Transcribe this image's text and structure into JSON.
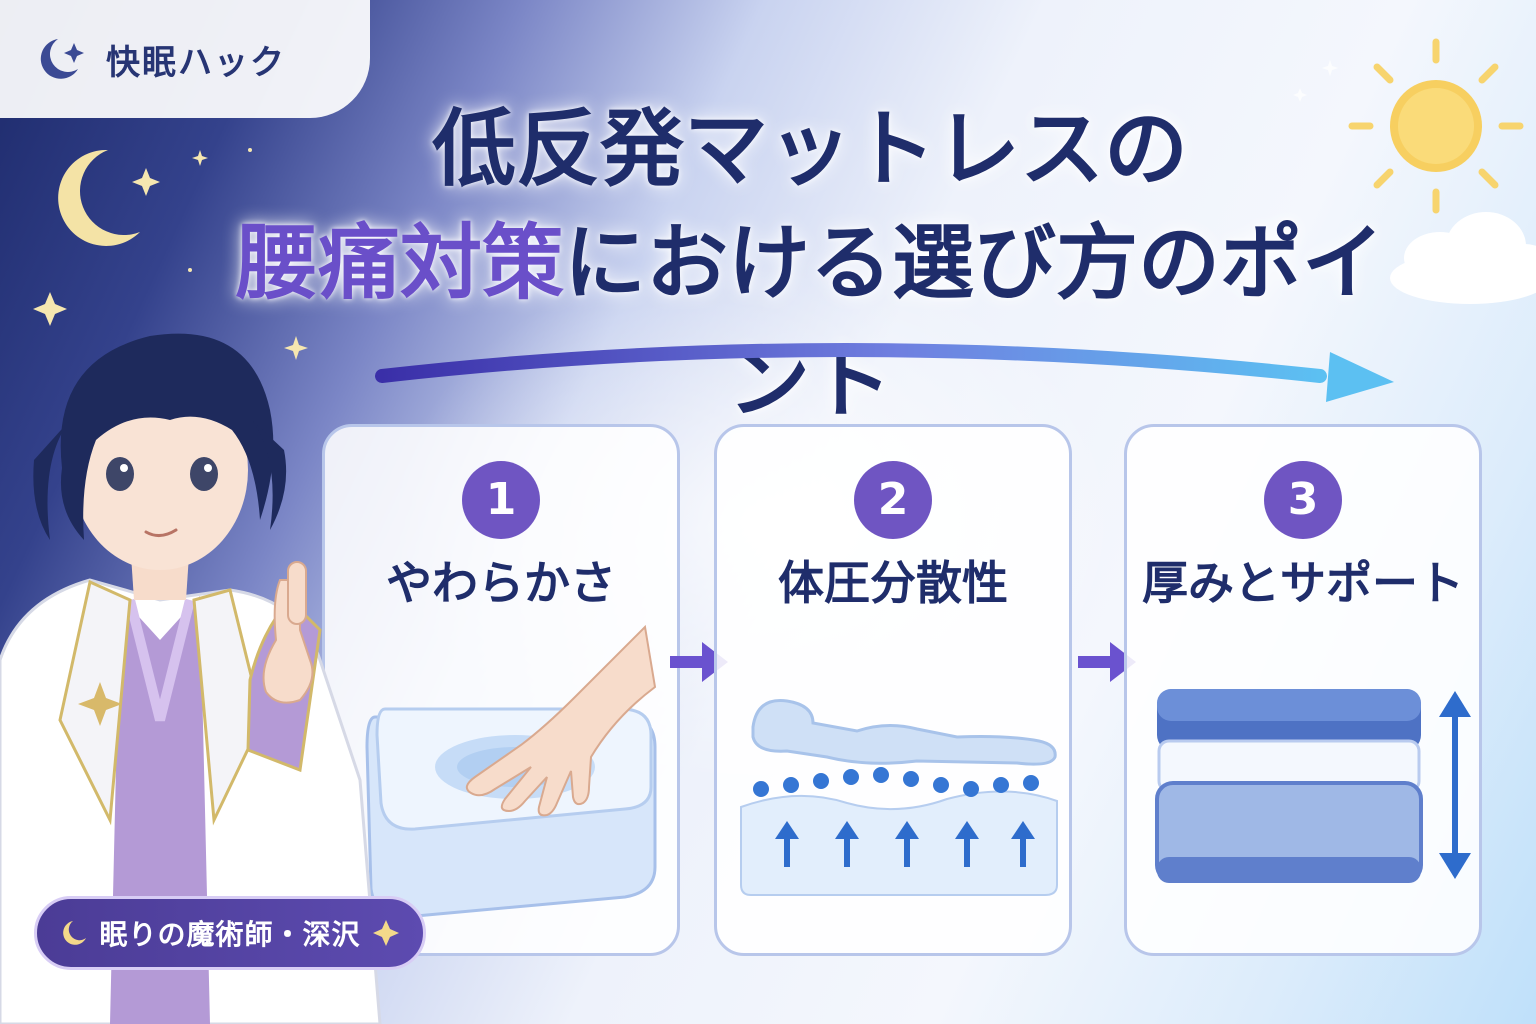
{
  "brand": {
    "name": "快眠ハック",
    "icon": "moon-star-icon"
  },
  "title": {
    "line1": "低反発マットレスの",
    "line2_highlight": "腰痛対策",
    "line2_rest": "における選び方のポイント"
  },
  "steps": [
    {
      "number": "1",
      "label": "やわらかさ",
      "illustration": "hand-pressing-mattress-icon"
    },
    {
      "number": "2",
      "label": "体圧分散性",
      "illustration": "body-pressure-distribution-icon"
    },
    {
      "number": "3",
      "label": "厚みとサポート",
      "illustration": "mattress-thickness-icon"
    }
  ],
  "character": {
    "caption": "眠りの魔術師・深沢"
  },
  "colors": {
    "navy": "#1f2d6b",
    "accent_purple": "#6a4fc9",
    "badge_purple": "#6f55c2",
    "arrow_purple": "#6a52cf",
    "arrow_blue": "#58b8f0",
    "card_border": "#b8c6ea"
  }
}
